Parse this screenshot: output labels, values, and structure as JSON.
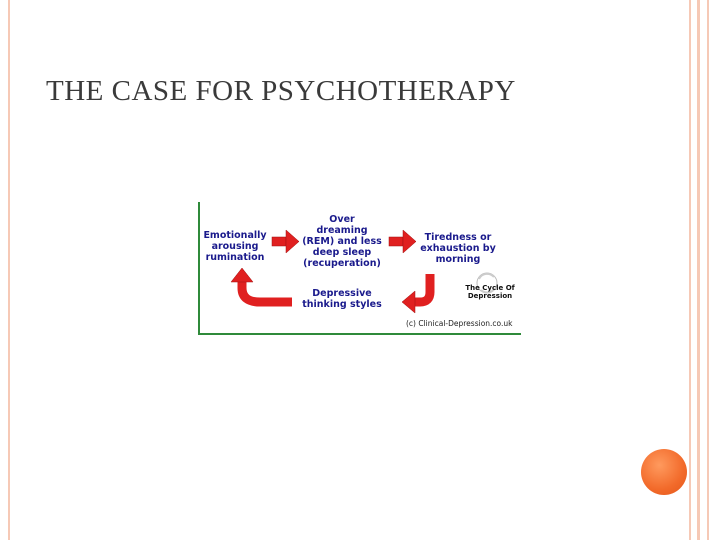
{
  "slide": {
    "title": "THE CASE FOR PSYCHOTHERAPY"
  },
  "diagram": {
    "nodes": [
      {
        "id": "rumination",
        "text": "Emotionally\narousing\nrumination"
      },
      {
        "id": "over-dreaming",
        "text": "Over\ndreaming\n(REM) and less\ndeep sleep\n(recuperation)"
      },
      {
        "id": "tiredness",
        "text": "Tiredness or\nexhaustion by\nmorning"
      },
      {
        "id": "depressive-styles",
        "text": "Depressive\nthinking styles"
      }
    ],
    "logo_text": "The Cycle Of\nDepression",
    "copyright": "(c) Clinical-Depression.co.uk",
    "colors": {
      "text": "#1a1a8c",
      "arrow": "#e02020",
      "border": "#2f8a3a"
    }
  },
  "decor": {
    "frame_color": "#f6c9b6",
    "orb_color": "#f26a2a"
  }
}
